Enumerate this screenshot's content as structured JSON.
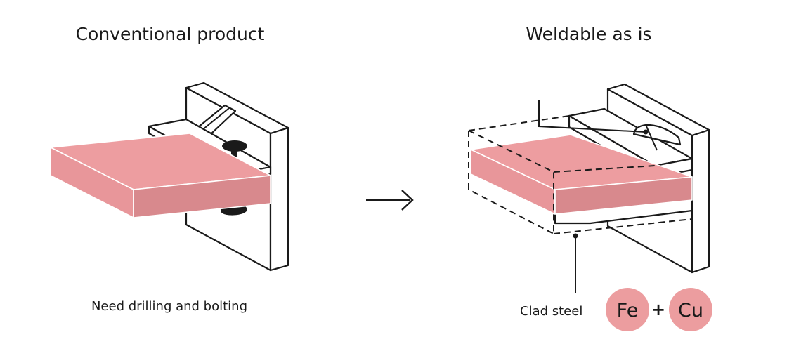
{
  "titles": {
    "left": "Conventional product",
    "right": "Weldable as is"
  },
  "captions": {
    "left": "Need drilling and bolting",
    "right": "Clad steel"
  },
  "materials": {
    "first": "Fe",
    "operator": "+",
    "second": "Cu"
  },
  "arrow": "→",
  "colors": {
    "plate_top": "#ed9da0",
    "plate_front": "#e8969a",
    "plate_side": "#d8898d",
    "badge": "#ec9d9f",
    "line": "#1a1a1a"
  }
}
